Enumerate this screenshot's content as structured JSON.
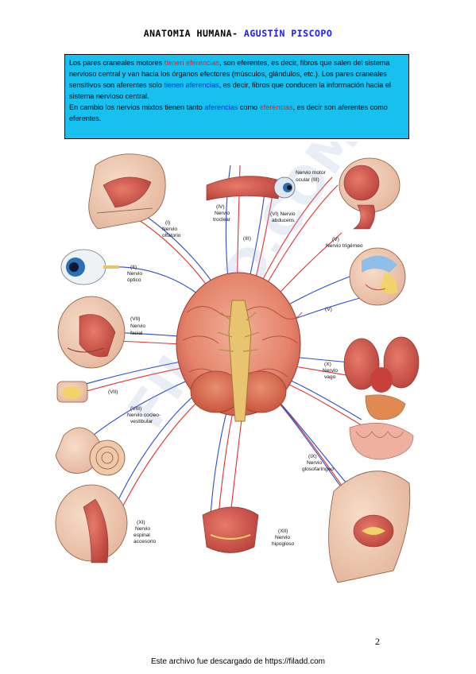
{
  "header": {
    "prefix": "ANATOMIA HUMANA-",
    "author": "AGUSTÍN PISCOPO"
  },
  "info": {
    "s1a": "Los pares craneales motores ",
    "s1b": "tienen eferencias",
    "s1c": ", son eferentes, es decir, fibros que salen del sistema nervioso central y van hacia los órganos efectores (músculos, glándulos, etc.). Los pares craneales sensitivos son aferentes solo ",
    "s1d": "tienen aferencias",
    "s1e": ", es decir, fibros que conducen la información hacia el sistema nervioso central.",
    "s2a": "En cambio los nervios mixtos tienen tanto ",
    "s2b": "aferencias",
    "s2c": " como ",
    "s2d": "eferencias",
    "s2e": ", es decir son aferentes como eferentes."
  },
  "figure": {
    "watermark": "FILADD.COM",
    "labels": {
      "n1_num": "(I)",
      "n1_a": "Nervio",
      "n1_b": "olfatorio",
      "n2_num": "(II)",
      "n2_a": "Nervio",
      "n2_b": "óptico",
      "n3": "(III)",
      "n3_a": "Nervio motor",
      "n3_b": "ocular (III)",
      "n4_num": "(IV)",
      "n4_a": "Nervio",
      "n4_b": "troclear",
      "n5_num": "(V)",
      "n5_a": "Nervio trigémeo",
      "n5_side": "(V)",
      "n6_a": "(VI) Nervio",
      "n6_b": "abducens",
      "n7_num": "(VII)",
      "n7_a": "Nervio",
      "n7_b": "facial",
      "n7_side": "(VII)",
      "n8_a": "(VIII)",
      "n8_b": "Nervio cocleo-",
      "n8_c": "vestibular",
      "n9_a": "(IX)",
      "n9_b": "Nervio",
      "n9_c": "glosofaríngeo",
      "n10_a": "(X)",
      "n10_b": "Nervio",
      "n10_c": "vago",
      "n11_a": "(XI)",
      "n11_b": "Nervio",
      "n11_c": "espinal",
      "n11_d": "accesorio",
      "n12_a": "(XII)",
      "n12_b": "Nervio",
      "n12_c": "hipogloso"
    }
  },
  "page_number": "2",
  "footer": "Este archivo fue descargado de https://filadd.com",
  "colors": {
    "info_bg": "#17c0ef",
    "efferent_red": "#e02020",
    "afferent_blue": "#2222e8",
    "nerve_red": "#e03030",
    "nerve_blue": "#2a4fd0"
  }
}
